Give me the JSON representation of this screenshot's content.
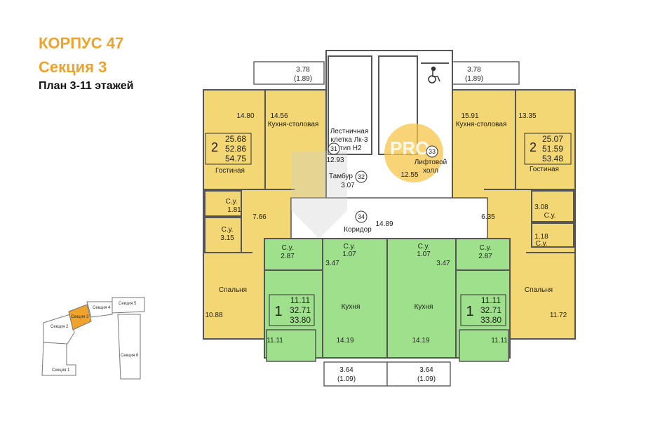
{
  "header": {
    "building": "КОРПУС 47",
    "section": "Секция 3",
    "floors": "План 3-11 этажей"
  },
  "colors": {
    "accent_orange": "#f0a32a",
    "apartment_2room": "#f3d774",
    "apartment_1room": "#9fe08c",
    "wall": "#555555",
    "common_area": "#ffffff"
  },
  "watermark": {
    "text": "PRO"
  },
  "labels": {
    "balcony_left_top": "3.78",
    "balcony_left_top_sub": "(1.89)",
    "balcony_right_top": "3.78",
    "balcony_right_top_sub": "(1.89)",
    "balcony_left_bot": "3.64",
    "balcony_left_bot_sub": "(1.09)",
    "balcony_right_bot": "3.64",
    "balcony_right_bot_sub": "(1.09)",
    "left2_living_area": "14.80",
    "left2_kitchen_area": "14.56",
    "left2_kitchen": "Кухня-столовая",
    "left2_rooms": "2",
    "left2_a1": "25.68",
    "left2_a2": "52.86",
    "left2_a3": "54.75",
    "left2_living": "Гостиная",
    "left2_wc1": "С.у.",
    "left2_wc1_area": "1.81",
    "left2_hall_area": "7.66",
    "left2_wc2": "С.у.",
    "left2_wc2_area": "3.15",
    "left2_bedroom": "Спальня",
    "left2_bedroom_area": "10.88",
    "right2_kitchen_area": "15.91",
    "right2_living_area": "13.35",
    "right2_kitchen": "Кухня-столовая",
    "right2_rooms": "2",
    "right2_a1": "25.07",
    "right2_a2": "51.59",
    "right2_a3": "53.48",
    "right2_living": "Гостиная",
    "right2_hall_area": "6.35",
    "right2_wc1_area": "3.08",
    "right2_wc1": "С.у.",
    "right2_wc2_area": "1.18",
    "right2_wc2": "С.у.",
    "right2_bedroom": "Спальня",
    "right2_bedroom_area": "11.72",
    "stair_name": "Лестничная",
    "stair_name2": "клетка Лк-3",
    "stair_type": "тип Н2",
    "stair_no": "31",
    "stair_area": "12.93",
    "tambour": "Тамбур",
    "tambour_no": "32",
    "tambour_area": "3.07",
    "corridor_no": "34",
    "corridor": "Коридор",
    "corridor_area": "14.89",
    "lift_no": "33",
    "lift_hall": "Лифтовой",
    "lift_hall2": "холл",
    "lift_area": "12.55",
    "left1_wc": "С.у.",
    "left1_wc_area": "2.87",
    "left1_hall_area": "3.47",
    "left1_wc2": "С.у.",
    "left1_wc2_area": "1.07",
    "left1_rooms": "1",
    "left1_a1": "11.11",
    "left1_a2": "32.71",
    "left1_a3": "33.80",
    "left1_kitchen": "Кухня",
    "left1_room_area": "11.11",
    "left1_kitchen_area": "14.19",
    "right1_wc2": "С.у.",
    "right1_wc2_area": "1.07",
    "right1_hall_area": "3.47",
    "right1_wc": "С.у.",
    "right1_wc_area": "2.87",
    "right1_kitchen": "Кухня",
    "right1_rooms": "1",
    "right1_a1": "11.11",
    "right1_a2": "32.71",
    "right1_a3": "33.80",
    "right1_kitchen_area": "14.19",
    "right1_room_area": "11.11"
  },
  "key_map": {
    "sections": [
      "Секция 1",
      "Секция 2",
      "Секция 3",
      "Секция 4",
      "Секция 5",
      "Секция 6"
    ],
    "highlighted": "Секция 3"
  }
}
